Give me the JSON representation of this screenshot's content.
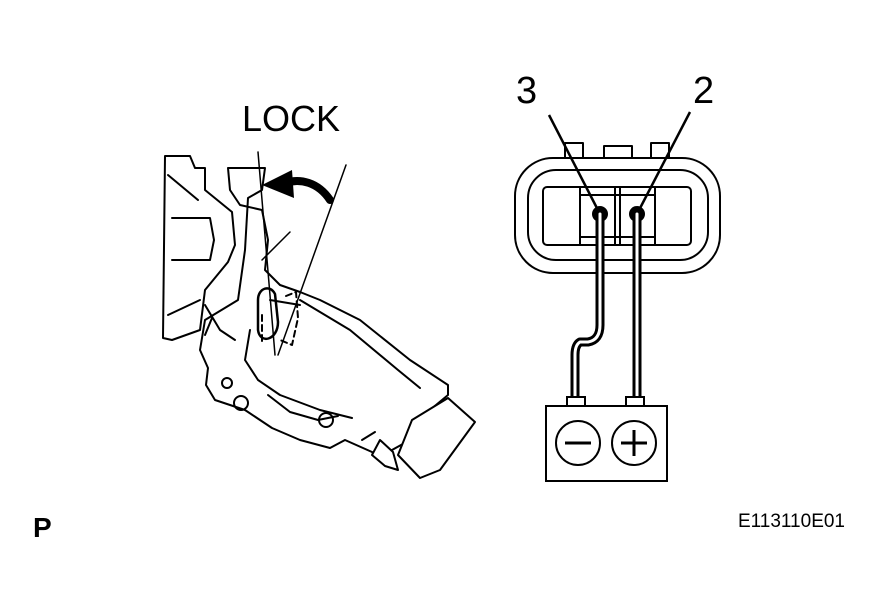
{
  "lock_label": "LOCK",
  "terminal_labels": {
    "left": "3",
    "right": "2"
  },
  "battery": {
    "negative_symbol": "−",
    "positive_symbol": "+"
  },
  "corner_letter": "P",
  "figure_code": "E113110E01",
  "colors": {
    "ink": "#000000",
    "background": "#ffffff"
  }
}
